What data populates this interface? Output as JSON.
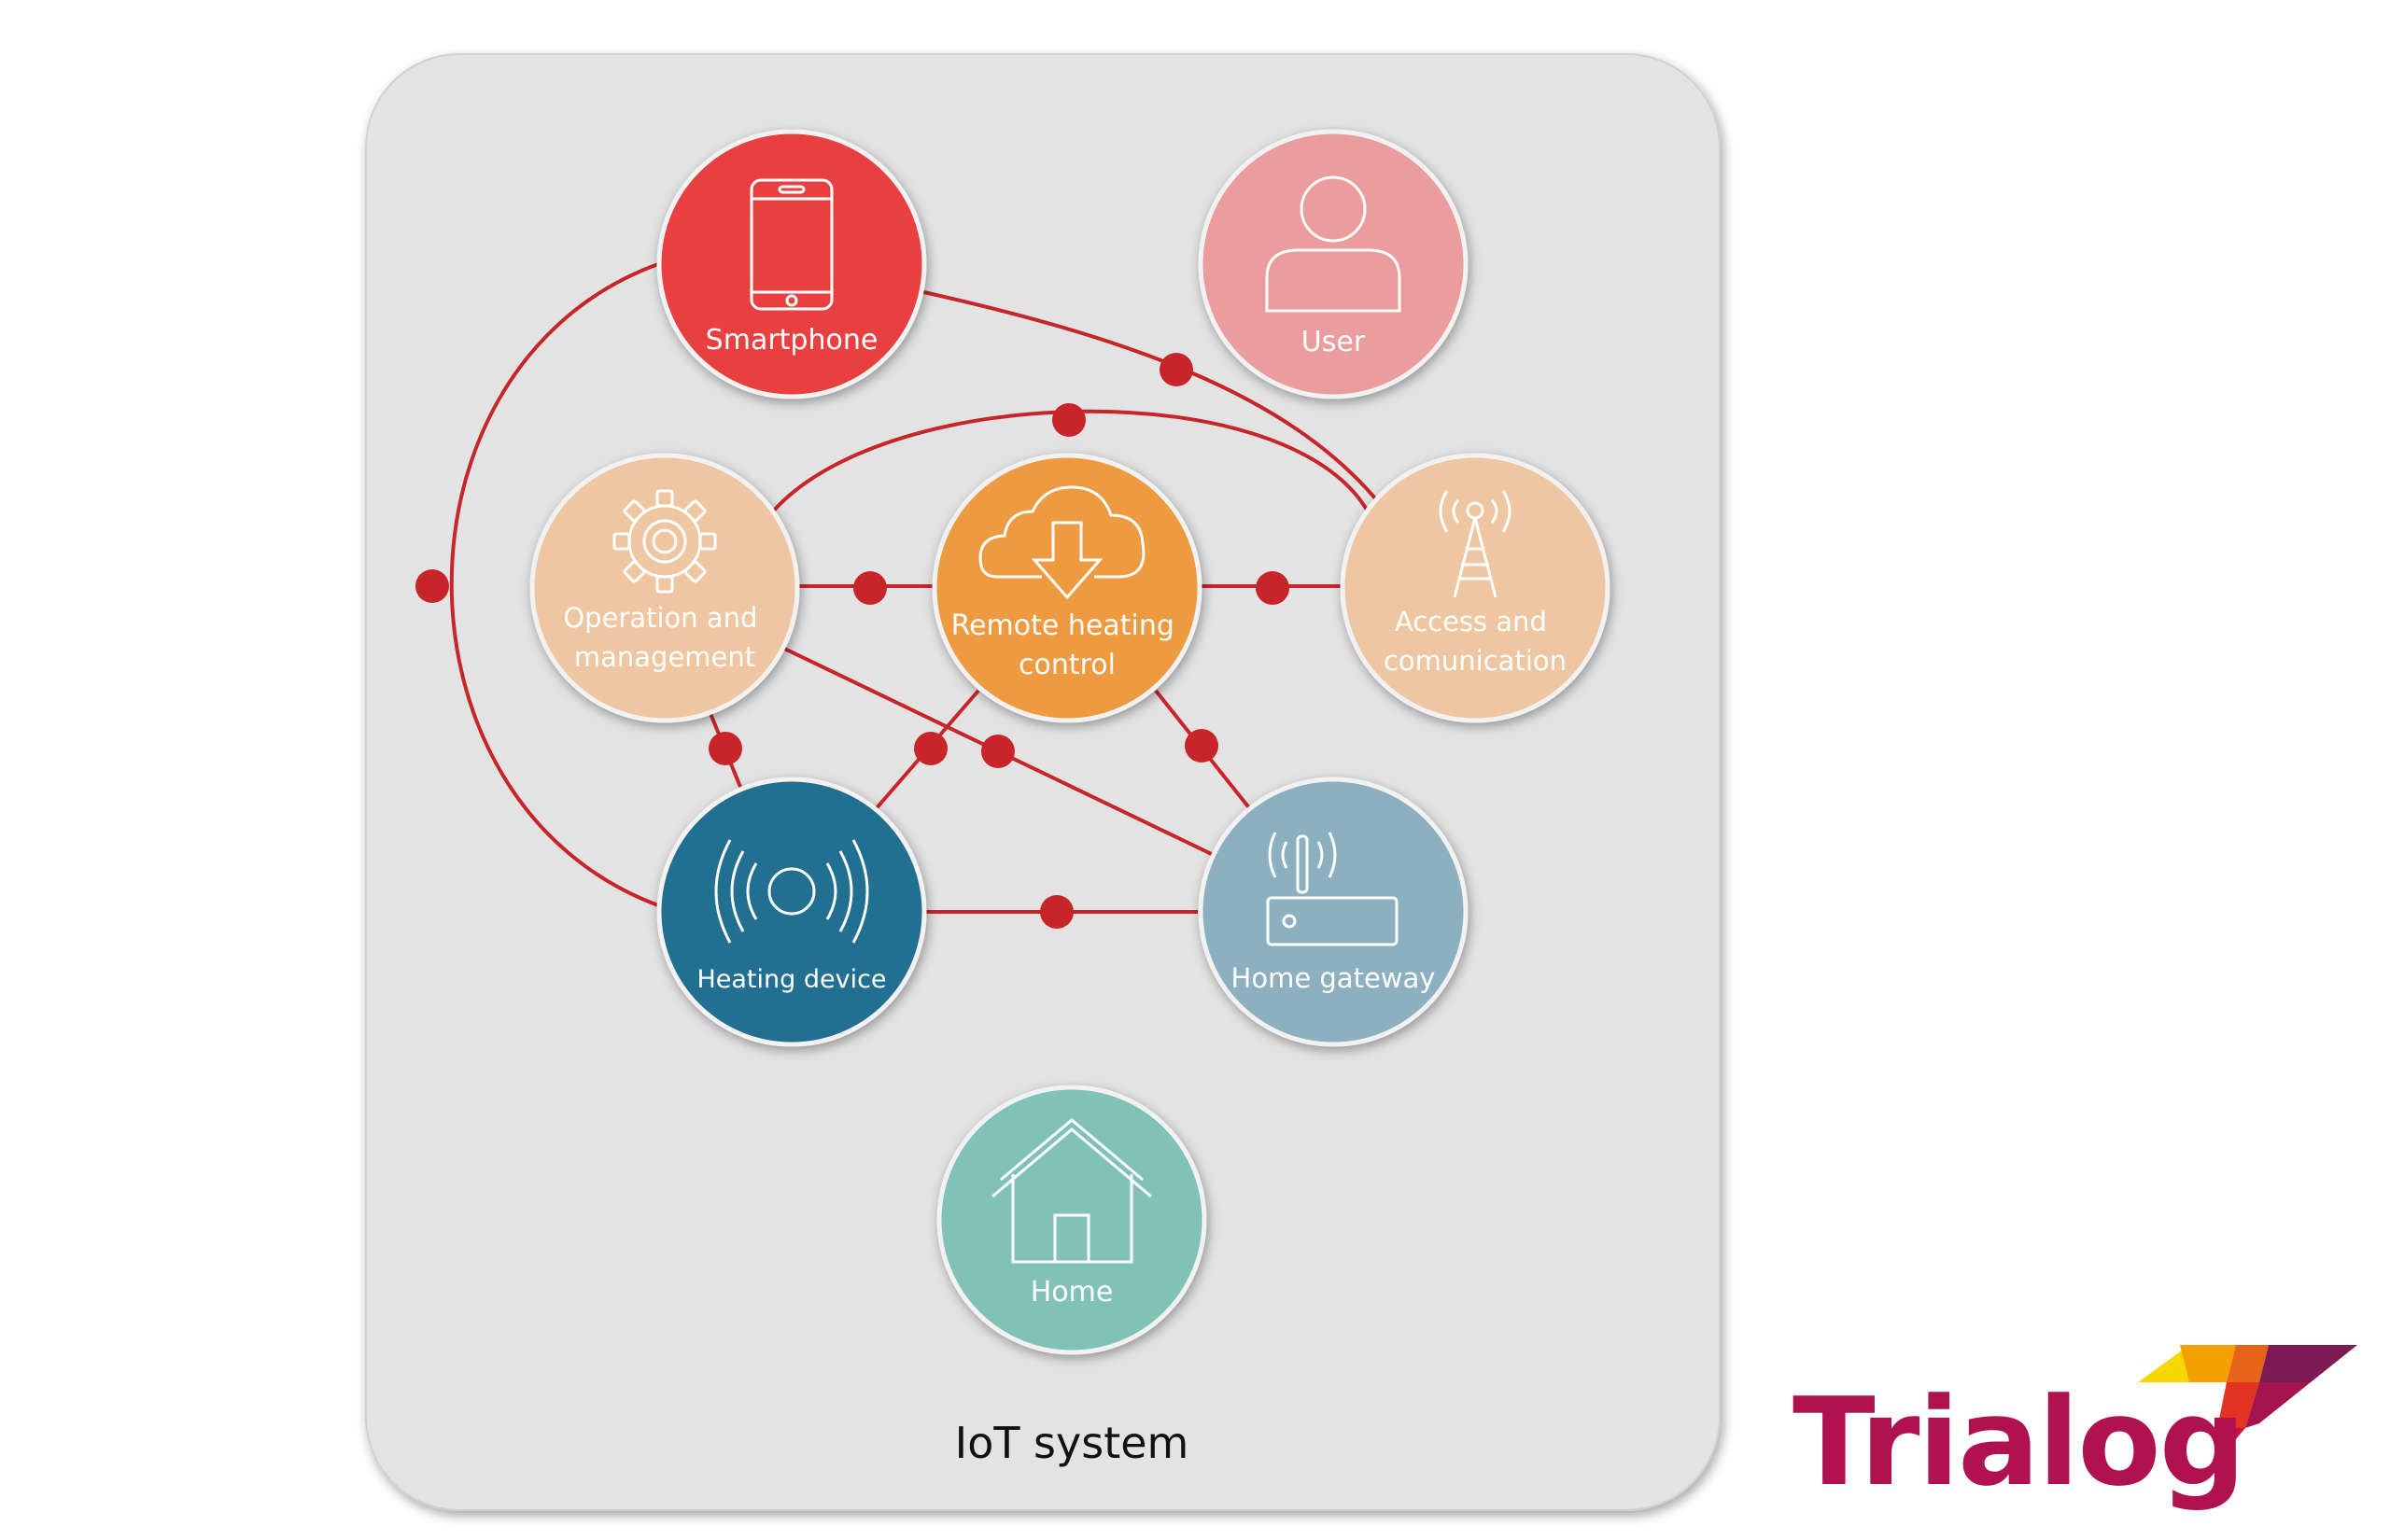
{
  "system": {
    "label": "IoT system"
  },
  "nodes": [
    {
      "id": "smartphone",
      "label_lines": [
        "Smartphone"
      ],
      "icon": "smartphone-icon",
      "color": "#E84040"
    },
    {
      "id": "user",
      "label_lines": [
        "User"
      ],
      "icon": "user-icon",
      "color": "#EB9C9C"
    },
    {
      "id": "operation",
      "label_lines": [
        "Operation and",
        "management"
      ],
      "icon": "gear-icon",
      "color": "#EEC6A1"
    },
    {
      "id": "remote",
      "label_lines": [
        "Remote heating",
        "control"
      ],
      "icon": "cloud-download-icon",
      "color": "#EE9A3F"
    },
    {
      "id": "access",
      "label_lines": [
        "Access and",
        "comunication"
      ],
      "icon": "antenna-tower-icon",
      "color": "#EEC6A1"
    },
    {
      "id": "heating",
      "label_lines": [
        "Heating device"
      ],
      "icon": "signal-waves-icon",
      "color": "#226F91"
    },
    {
      "id": "gateway",
      "label_lines": [
        "Home gateway"
      ],
      "icon": "router-icon",
      "color": "#8DB0C1"
    },
    {
      "id": "home",
      "label_lines": [
        "Home"
      ],
      "icon": "house-icon",
      "color": "#80C2B8"
    }
  ],
  "connections": [
    {
      "from": "smartphone",
      "to": "access"
    },
    {
      "from": "smartphone",
      "to": "heating"
    },
    {
      "from": "operation",
      "to": "access"
    },
    {
      "from": "operation",
      "to": "remote"
    },
    {
      "from": "remote",
      "to": "access"
    },
    {
      "from": "operation",
      "to": "heating"
    },
    {
      "from": "remote",
      "to": "heating"
    },
    {
      "from": "operation",
      "to": "gateway"
    },
    {
      "from": "remote",
      "to": "gateway"
    },
    {
      "from": "heating",
      "to": "gateway"
    }
  ],
  "colors": {
    "connection": "#C8252B",
    "panel": "#E3E3E3",
    "brand": "#B0124F"
  },
  "logo": {
    "text": "Trialog"
  }
}
